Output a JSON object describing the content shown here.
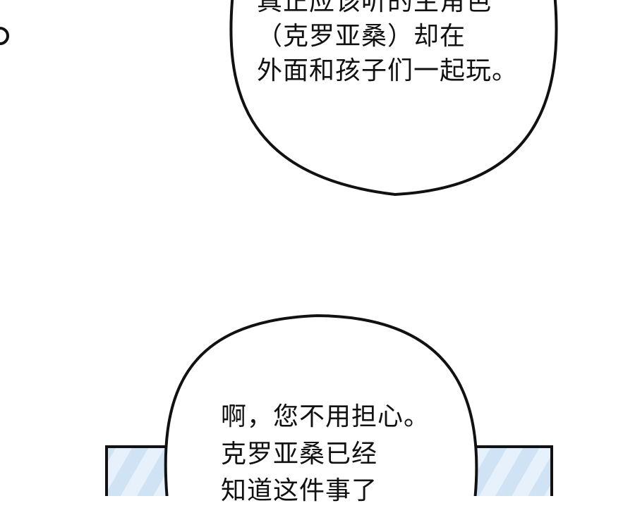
{
  "bubble_top": {
    "lines": [
      "真正应该听的主角色",
      "（克罗亚桑）却在",
      "外面和孩子们一起玩。"
    ]
  },
  "bubble_bottom": {
    "lines": [
      "啊，您不用担心。",
      "克罗亚桑已经",
      "知道这件事了"
    ]
  },
  "colors": {
    "panel_stripe": "#d6e8f7",
    "ink": "#111111"
  }
}
